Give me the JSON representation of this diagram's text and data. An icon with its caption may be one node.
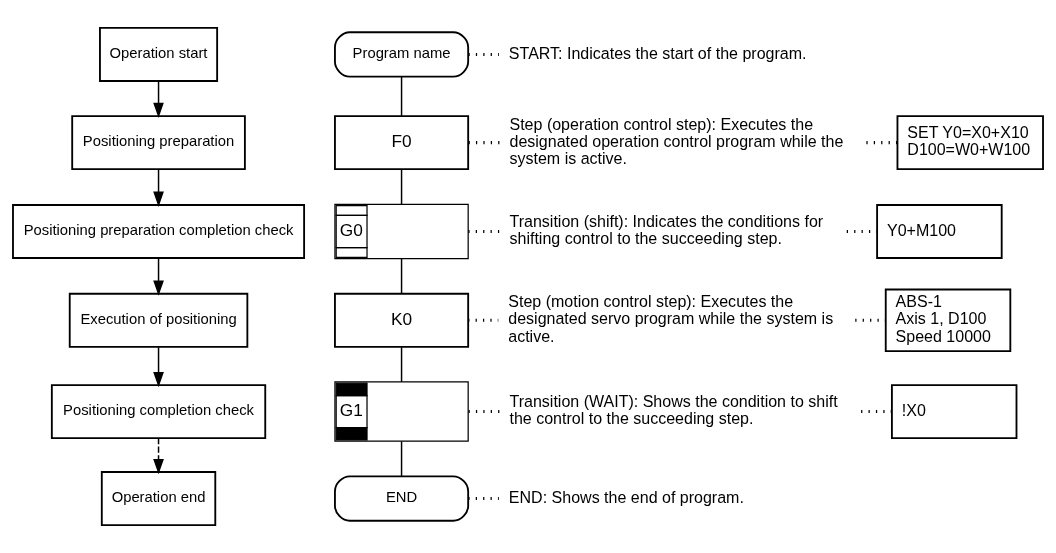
{
  "diagram": {
    "nodes": [
      {
        "text": [
          "Operation start"
        ]
      },
      {
        "text": [
          "Program name"
        ]
      },
      {
        "text": [
          "START: Indicates the start of the program."
        ]
      },
      {
        "text": [
          "Positioning preparation"
        ]
      },
      {
        "text": [
          "F0"
        ]
      },
      {
        "text": [
          "Step (operation control step): Executes the designated operation control program while the system is active."
        ]
      },
      {
        "text": [
          "SET Y0=X0+X10",
          "D100=W0+W100"
        ]
      },
      {
        "text": [
          "Positioning preparation completion check"
        ]
      },
      {
        "text": [
          "G0"
        ]
      },
      {
        "text": [
          "Transition (shift): Indicates the conditions for shifting control to the succeeding step."
        ]
      },
      {
        "text": [
          "Y0+M100"
        ]
      },
      {
        "text": [
          "Execution of positioning"
        ]
      },
      {
        "text": [
          "K0"
        ]
      },
      {
        "text": [
          "Step (motion control step): Executes the designated servo program while the system is active."
        ]
      },
      {
        "text": [
          "ABS-1",
          "Axis 1, D100",
          "Speed 10000"
        ]
      },
      {
        "text": [
          "Positioning completion check"
        ]
      },
      {
        "text": [
          "G1"
        ]
      },
      {
        "text": [
          "Transition (WAIT): Shows the condition to shift the control to the succeeding step."
        ]
      },
      {
        "text": [
          "!X0"
        ]
      },
      {
        "text": [
          "Operation end"
        ]
      },
      {
        "text": [
          "END"
        ]
      },
      {
        "text": [
          "END: Shows the end of program."
        ]
      }
    ],
    "edges": [
      {
        "from": 0,
        "to": 3,
        "arrow": "to"
      },
      {
        "from": 3,
        "to": 7,
        "arrow": "to"
      },
      {
        "from": 7,
        "to": 11,
        "arrow": "to"
      },
      {
        "from": 11,
        "to": 15,
        "arrow": "to"
      },
      {
        "from": 15,
        "to": 19,
        "arrow": "to",
        "style": "dashed"
      },
      {
        "from": 1,
        "to": 4,
        "arrow": "none"
      },
      {
        "from": 4,
        "to": 8,
        "arrow": "none"
      },
      {
        "from": 8,
        "to": 12,
        "arrow": "none"
      },
      {
        "from": 12,
        "to": 16,
        "arrow": "none"
      },
      {
        "from": 16,
        "to": 20,
        "arrow": "none"
      },
      {
        "from": 1,
        "to": 2,
        "arrow": "none",
        "style": "dashed"
      },
      {
        "from": 4,
        "to": 5,
        "arrow": "none",
        "style": "dashed"
      },
      {
        "from": 5,
        "to": 6,
        "arrow": "none",
        "style": "dashed"
      },
      {
        "from": 8,
        "to": 9,
        "arrow": "none",
        "style": "dashed"
      },
      {
        "from": 9,
        "to": 10,
        "arrow": "none",
        "style": "dashed"
      },
      {
        "from": 12,
        "to": 13,
        "arrow": "none",
        "style": "dashed"
      },
      {
        "from": 13,
        "to": 14,
        "arrow": "none",
        "style": "dashed"
      },
      {
        "from": 16,
        "to": 17,
        "arrow": "none",
        "style": "dashed"
      },
      {
        "from": 17,
        "to": 18,
        "arrow": "none",
        "style": "dashed"
      },
      {
        "from": 20,
        "to": 21,
        "arrow": "none",
        "style": "dashed"
      }
    ]
  }
}
